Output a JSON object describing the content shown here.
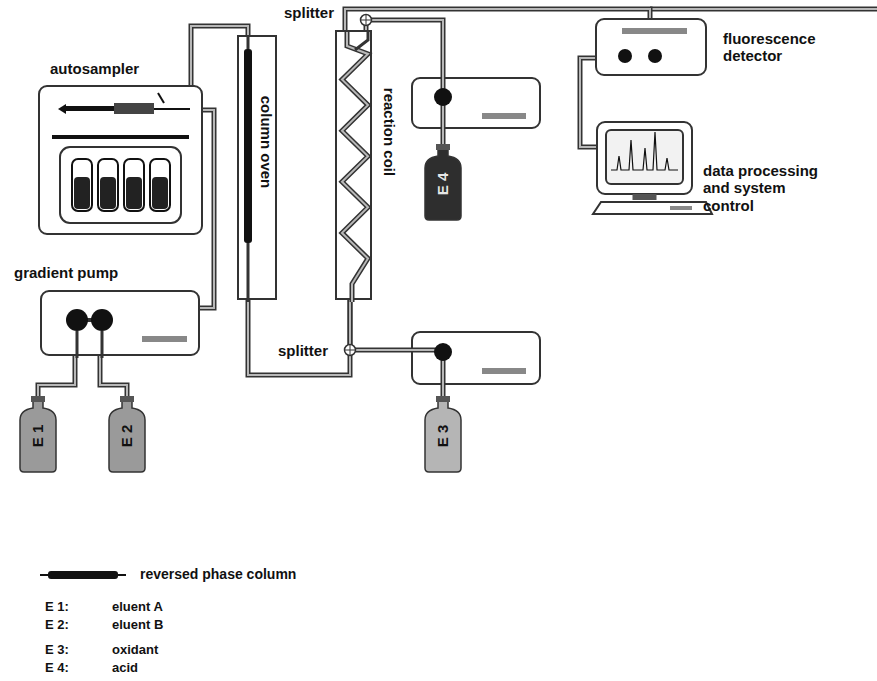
{
  "diagram": {
    "nodes": [
      {
        "text": [
          "autosampler"
        ]
      },
      {
        "text": [
          "gradient pump"
        ]
      },
      {
        "text": [
          "E 1"
        ]
      },
      {
        "text": [
          "E 2"
        ]
      },
      {
        "text": [
          "column oven"
        ]
      },
      {
        "text": [
          "reaction coil"
        ]
      },
      {
        "text": [
          "E 4"
        ]
      },
      {
        "text": [
          "E 3"
        ]
      },
      {
        "text": [
          "fluorescence detector"
        ]
      },
      {
        "text": [
          "data processing and system control"
        ]
      }
    ],
    "edges": [
      {
        "from": 2,
        "to": 1,
        "arrow": "none"
      },
      {
        "from": 3,
        "to": 1,
        "arrow": "none"
      },
      {
        "from": 1,
        "to": 0,
        "arrow": "none"
      },
      {
        "from": 0,
        "to": 4,
        "arrow": "none"
      },
      {
        "from": 4,
        "to": 5,
        "arrow": "none"
      },
      {
        "from": 7,
        "to": 5,
        "arrow": "none"
      },
      {
        "from": 6,
        "to": 5,
        "arrow": "none"
      },
      {
        "from": 5,
        "to": 8,
        "arrow": "none"
      },
      {
        "from": 8,
        "to": 9,
        "arrow": "none"
      }
    ],
    "labels": [
      "splitter",
      "splitter",
      "E 1:",
      "eluent A",
      "E 2:",
      "eluent B",
      "E 3:",
      "oxidant",
      "E 4:",
      "acid"
    ],
    "legend": [
      {
        "text": "reversed phase column"
      }
    ]
  }
}
